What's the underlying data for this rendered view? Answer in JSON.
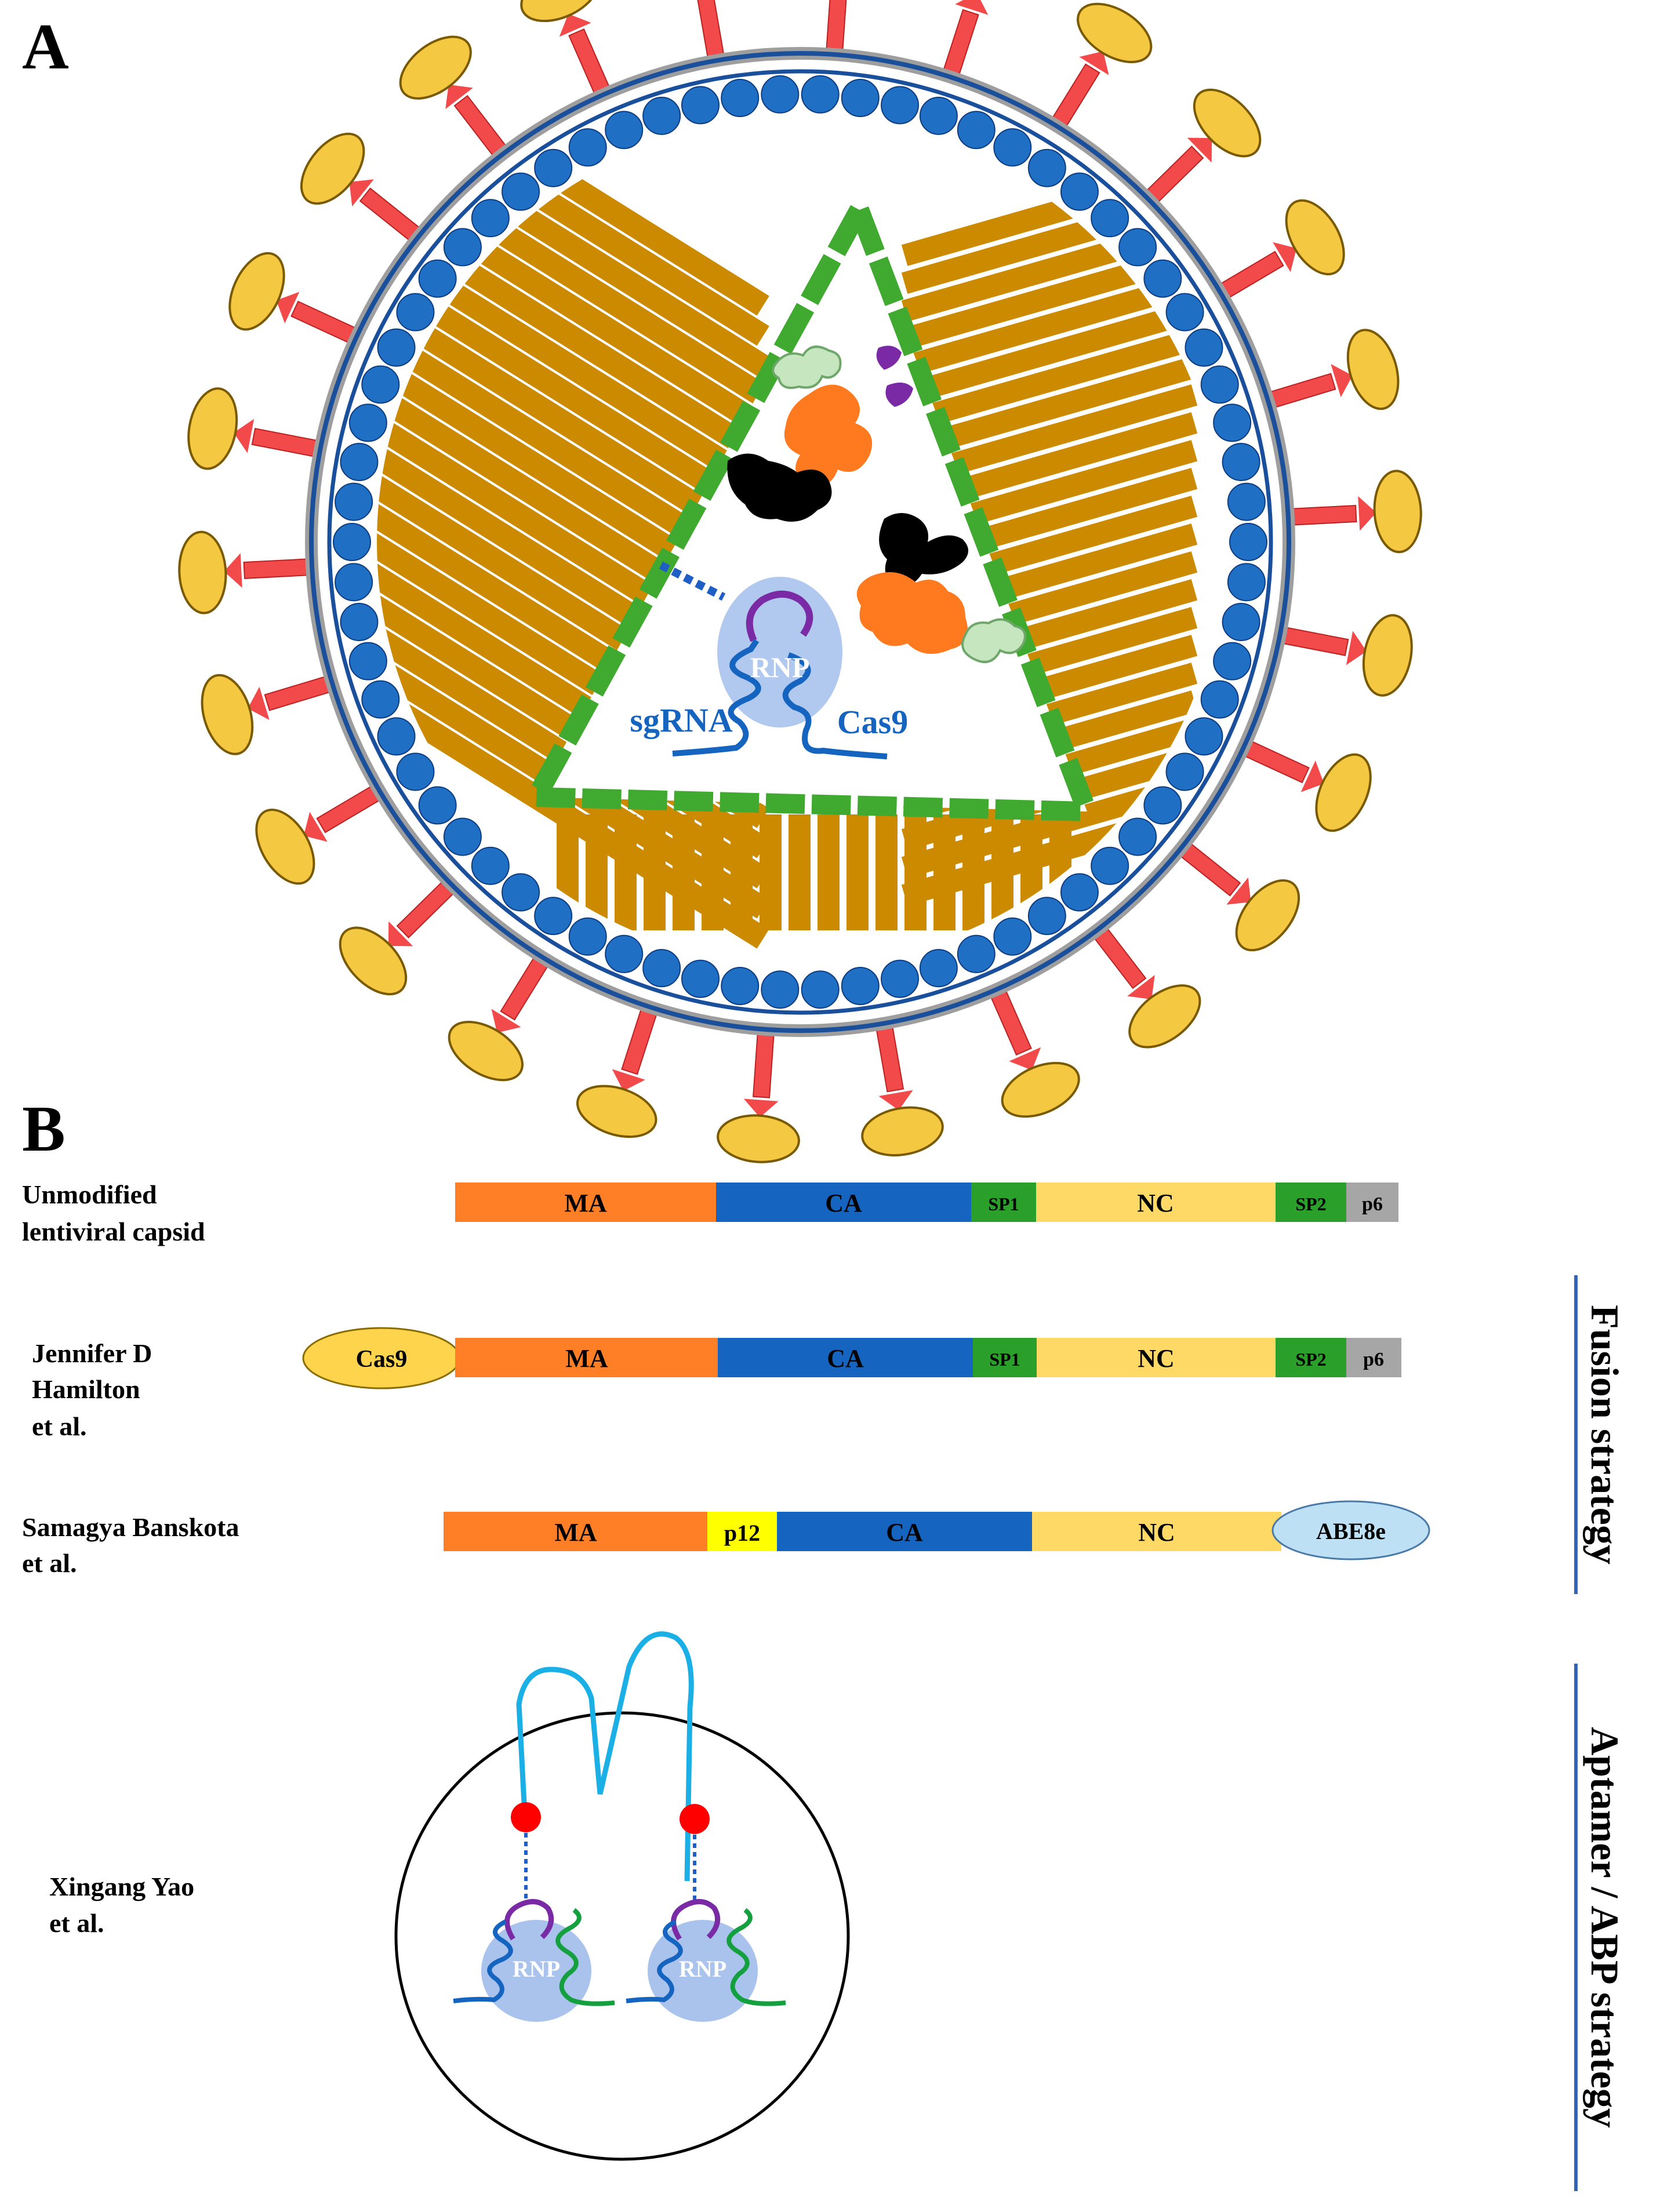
{
  "panel_a": {
    "label": "A",
    "rnp_label": "RNP",
    "sgrna_label": "sgRNA",
    "cas9_label": "Cas9"
  },
  "panel_b": {
    "label": "B",
    "constructs": [
      {
        "name_lines": [
          "Unmodified",
          "lentiviral capsid"
        ],
        "segments": [
          "MA",
          "CA",
          "SP1",
          "NC",
          "SP2",
          "p6"
        ]
      },
      {
        "name_lines": [
          "Jennifer D",
          "Hamilton",
          "et al."
        ],
        "fusion": "Cas9",
        "segments": [
          "MA",
          "CA",
          "SP1",
          "NC",
          "SP2",
          "p6"
        ]
      },
      {
        "name_lines": [
          "Samagya Banskota",
          "et al."
        ],
        "segments": [
          "MA",
          "p12",
          "CA",
          "NC"
        ],
        "fusion": "ABE8e"
      },
      {
        "name_lines": [
          "Xingang Yao",
          "et al."
        ],
        "rnp_labels": [
          "RNP",
          "RNP"
        ]
      }
    ],
    "strategies": [
      "Fusion strategy",
      "Aptamer / ABP strategy"
    ]
  },
  "colors": {
    "MA": "#ff7f27",
    "CA": "#1565c0",
    "SP": "#2aa02a",
    "NC": "#ffd966",
    "p6": "#a6a6a6",
    "p12": "#ffff00",
    "cas9_ellipse": "#ffd44d",
    "abe_ellipse": "#bde0f5",
    "matrix_beads": "#1f6fc5",
    "capsid_rods": "#cc8a00",
    "capsid_wall": "#3faa2f",
    "spike": "#f24a4a",
    "spike_head": "#f5c842",
    "strategy_line": "#3465b5"
  }
}
